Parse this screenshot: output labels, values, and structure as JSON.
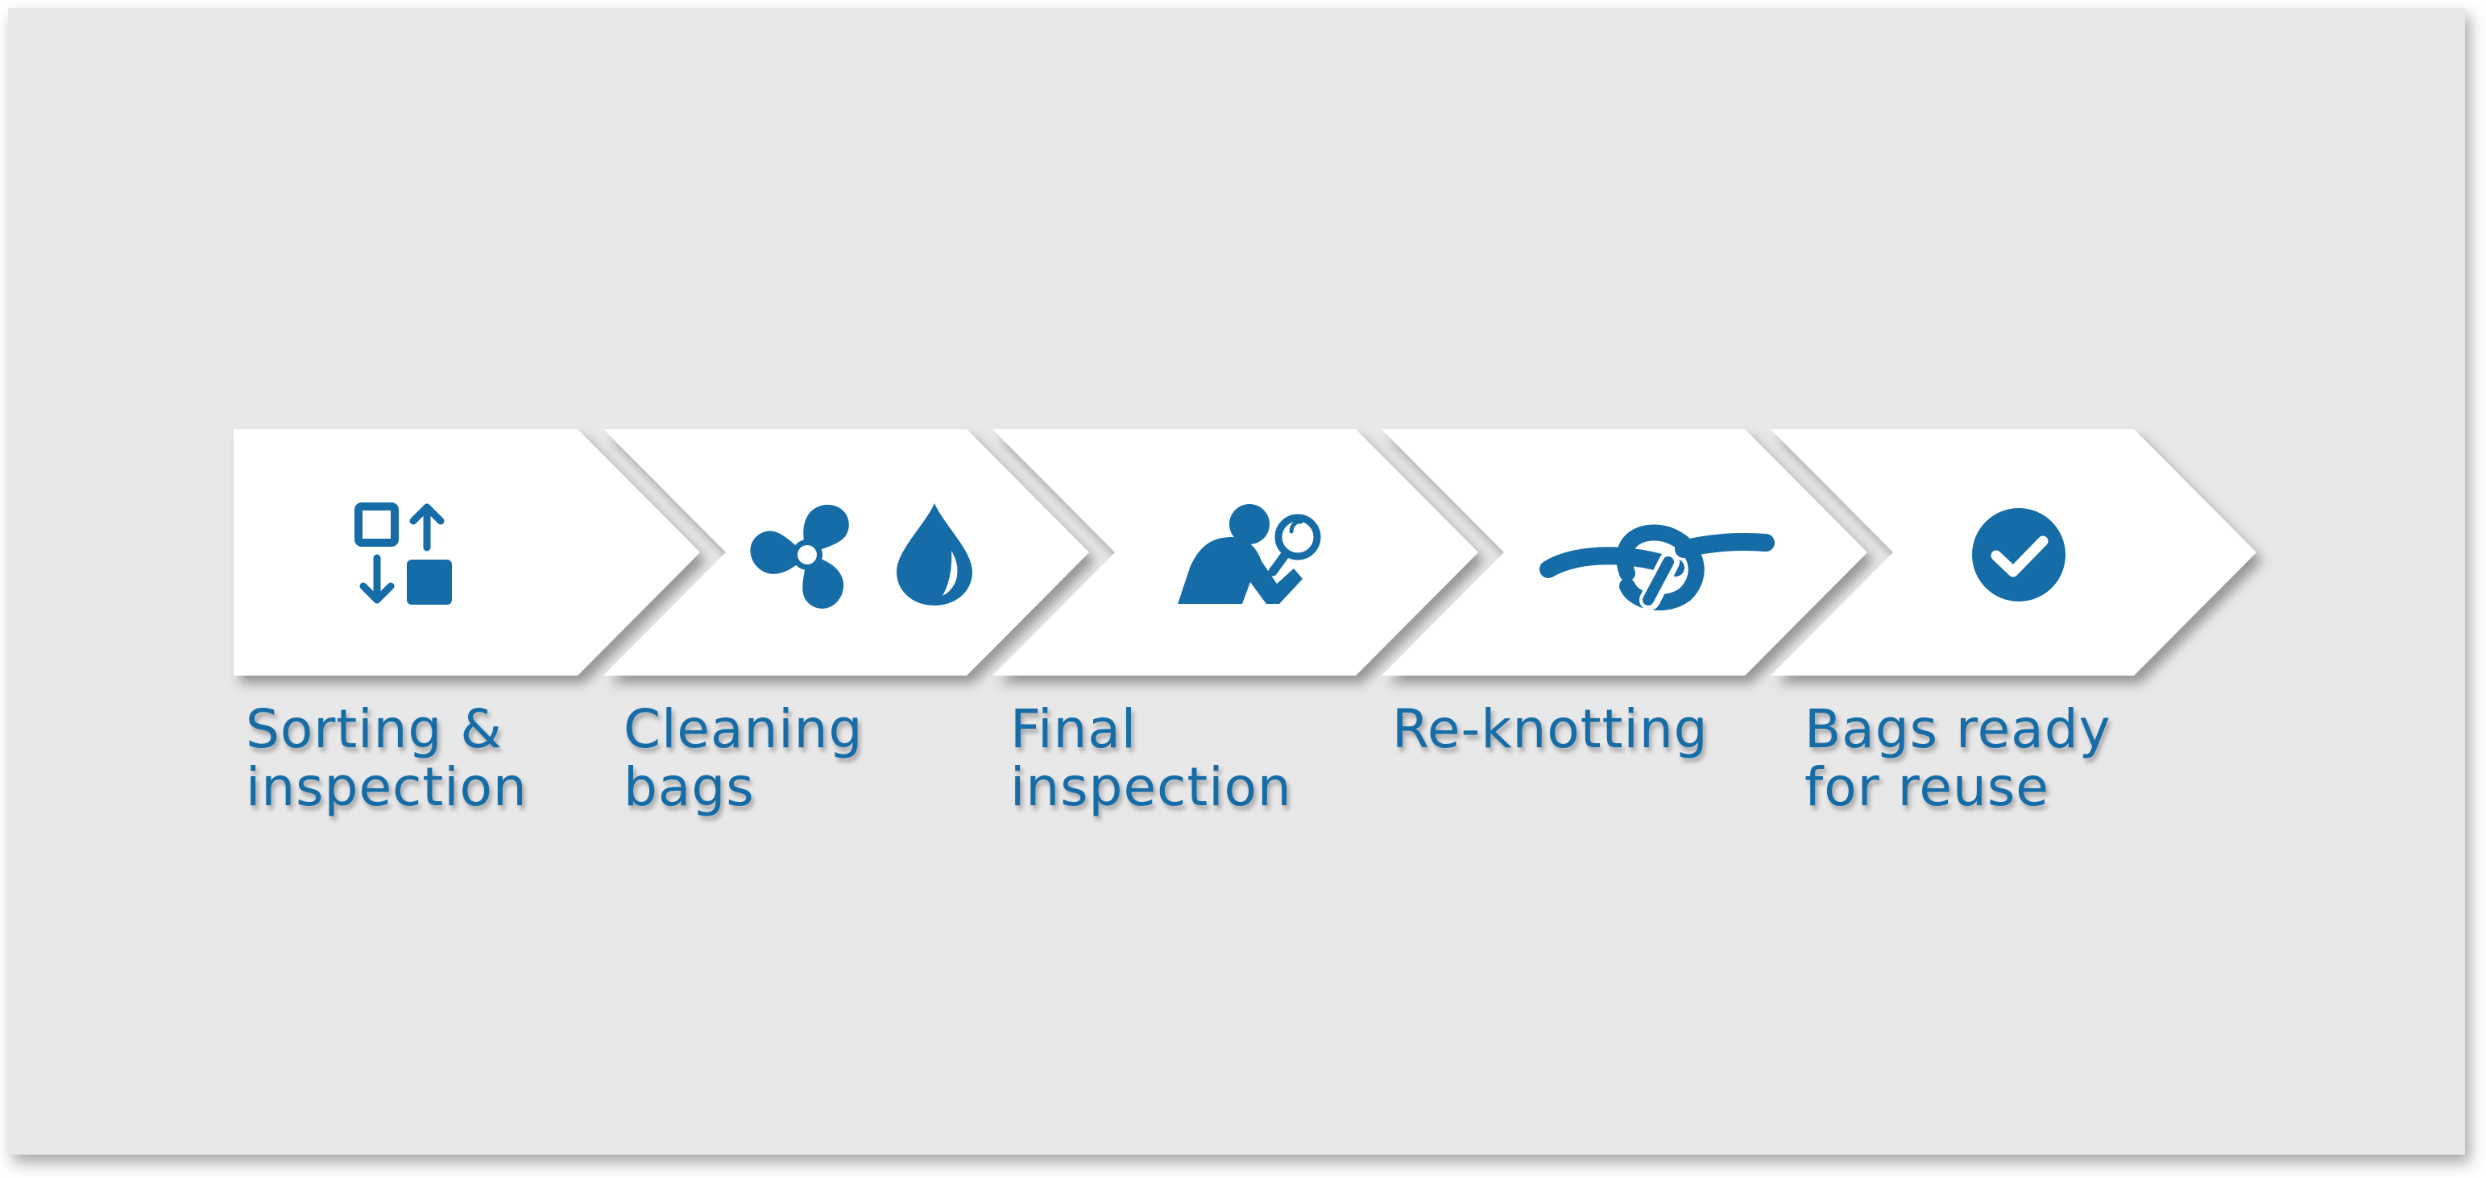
{
  "steps": [
    {
      "id": "sorting",
      "icon": "sort-arrows-icon",
      "line1": "Sorting &",
      "line2": "inspection"
    },
    {
      "id": "cleaning",
      "icon": "fan-and-drop-icon",
      "line1": "Cleaning",
      "line2": "bags"
    },
    {
      "id": "final",
      "icon": "person-magnifier-icon",
      "line1": "Final",
      "line2": "inspection"
    },
    {
      "id": "knot",
      "icon": "knot-icon",
      "line1": "Re-knotting",
      "line2": ""
    },
    {
      "id": "ready",
      "icon": "check-circle-icon",
      "line1": "Bags ready",
      "line2": "for reuse"
    }
  ],
  "colors": {
    "accent": "#156ca7",
    "background": "#e8e8e9",
    "chevron": "#ffffff"
  }
}
